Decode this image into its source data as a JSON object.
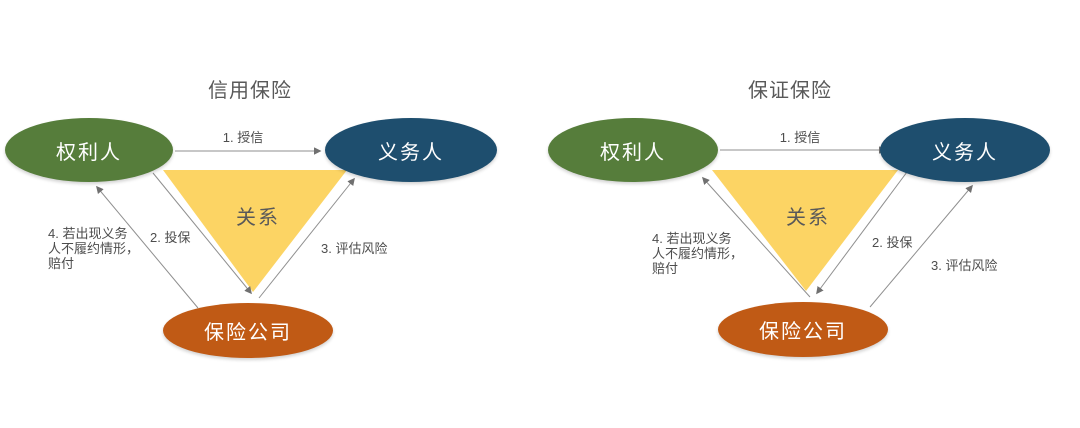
{
  "colors": {
    "obligee_green": "#567d3b",
    "obligor_blue": "#1e4e6e",
    "insurer_orange": "#c05a15",
    "triangle_yellow": "#fcd464",
    "text_gray": "#595959",
    "arrow_gray": "#8f8f8f"
  },
  "diagrams": [
    {
      "title": "信用保险",
      "nodes": {
        "obligee": "权利人",
        "obligor": "义务人",
        "insurer": "保险公司"
      },
      "triangle_label": "关系",
      "arrows": {
        "grant_credit": {
          "label": "1. 授信",
          "from": "权利人",
          "to": "义务人"
        },
        "insure": {
          "label": "2. 投保",
          "from": "权利人",
          "to": "保险公司"
        },
        "assess_risk": {
          "label": "3. 评估风险",
          "from": "保险公司",
          "to": "义务人"
        },
        "compensate": {
          "label": "4. 若出现义务人不履约情形，赔付",
          "lines": [
            "4. 若出现义务",
            "人不履约情形，",
            "赔付"
          ],
          "from": "保险公司",
          "to": "权利人"
        }
      }
    },
    {
      "title": "保证保险",
      "nodes": {
        "obligee": "权利人",
        "obligor": "义务人",
        "insurer": "保险公司"
      },
      "triangle_label": "关系",
      "arrows": {
        "grant_credit": {
          "label": "1. 授信",
          "from": "权利人",
          "to": "义务人"
        },
        "insure": {
          "label": "2. 投保",
          "from": "义务人",
          "to": "保险公司"
        },
        "assess_risk": {
          "label": "3. 评估风险",
          "from": "保险公司",
          "to": "义务人"
        },
        "compensate": {
          "label": "4. 若出现义务人不履约情形，赔付",
          "lines": [
            "4. 若出现义务",
            "人不履约情形，",
            "赔付"
          ],
          "from": "保险公司",
          "to": "权利人"
        }
      }
    }
  ]
}
